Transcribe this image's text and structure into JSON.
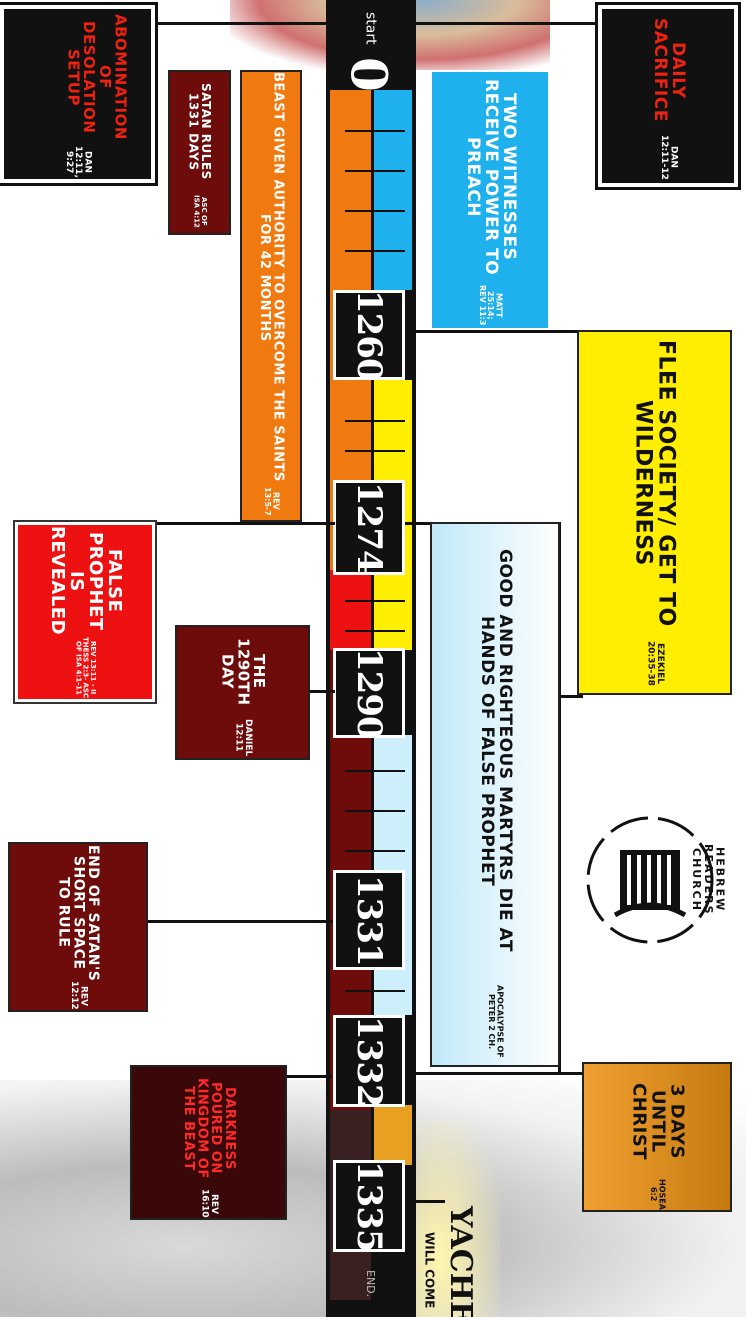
{
  "timeline": {
    "start_label": "start",
    "end_label": "END.",
    "milestones": [
      "0",
      "1260",
      "1274",
      "1290",
      "1331",
      "1332",
      "1335"
    ]
  },
  "boxes": {
    "abomination": {
      "title": "Abomination of Desolation Setup",
      "ref": "Dan 12:11, 9:27"
    },
    "daily_sacrifice": {
      "title": "Daily Sacrifice",
      "ref": "Dan 12:11-12"
    },
    "satan_rules": {
      "title": "Satan rules 1331 days",
      "ref": "Asc of Isa 4:12"
    },
    "beast_authority": {
      "title": "Beast given authority to overcome the saints for 42 months",
      "ref": "Rev 13:5-7"
    },
    "two_witnesses": {
      "title": "Two Witnesses receive power to preach",
      "ref": "Matt 25:14; Rev 11:3"
    },
    "flee_society": {
      "title": "Flee Society/ get to wilderness",
      "ref": "Ezekiel 20:35-38"
    },
    "false_prophet": {
      "title": "False prophet is revealed",
      "ref": "Rev 13:11 - II Thess 2:3- Asc of Isa 4:1-11"
    },
    "day_1290": {
      "title": "The 1290th Day",
      "ref": "Daniel 12:11"
    },
    "martyrs": {
      "title": "Good and Righteous Martyrs die at hands of false prophet",
      "ref": "Apocalypse of Peter 2 ch."
    },
    "end_satan": {
      "title": "End of Satan's short space to rule",
      "ref": "Rev 12:12"
    },
    "darkness": {
      "title": "Darkness poured on kingdom of the beast",
      "ref": "Rev 16:10"
    },
    "three_days": {
      "title": "3 days until Christ",
      "ref": "Hosea 6:2"
    }
  },
  "logo": {
    "text": "HEBREW READERS CHURCH"
  },
  "footer": {
    "big": "YACHE",
    "small": "WILL COME"
  },
  "colors": {
    "dark_red": "#7a0d0d",
    "red": "#ee1111",
    "orange": "#f07a10",
    "yellow": "#ffee00",
    "blue": "#1fb0ee",
    "light_blue": "#cdeefb",
    "gold": "#e8a020"
  }
}
